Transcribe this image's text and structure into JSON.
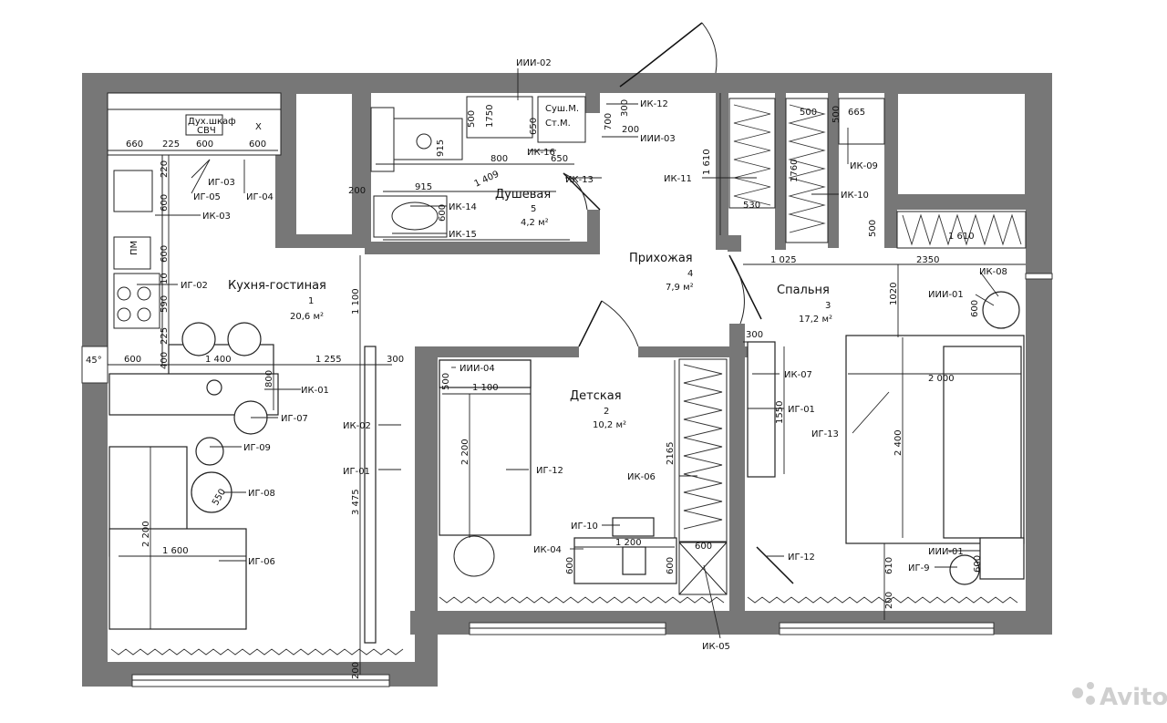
{
  "rooms": {
    "kitchen": {
      "name": "Кухня-гостиная",
      "num": "1",
      "area": "20,6 м²"
    },
    "kids": {
      "name": "Детская",
      "num": "2",
      "area": "10,2 м²"
    },
    "bedroom": {
      "name": "Спальня",
      "num": "3",
      "area": "17,2 м²"
    },
    "hall": {
      "name": "Прихожая",
      "num": "4",
      "area": "7,9 м²"
    },
    "shower": {
      "name": "Душевая",
      "num": "5",
      "area": "4,2 м²"
    }
  },
  "appliances": {
    "oven": "Дух.шкаф",
    "microwave": "СВЧ",
    "fridge": "X",
    "dishwasher": "ПМ",
    "dryer": "Суш.М.",
    "washer": "Ст.М."
  },
  "tags": {
    "iii02": "ИИИ-02",
    "ik12": "ИК-12",
    "ik16": "ИК-16",
    "iii03": "ИИИ-03",
    "ik13": "ИК-13",
    "ik14": "ИК-14",
    "ik15": "ИК-15",
    "ik11": "ИК-11",
    "ik10": "ИК-10",
    "ik09": "ИК-09",
    "ik08": "ИК-08",
    "iii01a": "ИИИ-01",
    "ig03": "ИГ-03",
    "ig05": "ИГ-05",
    "ig04": "ИГ-04",
    "ik03": "ИК-03",
    "ig02": "ИГ-02",
    "ik01": "ИК-01",
    "ig07": "ИГ-07",
    "ig09": "ИГ-09",
    "ig08": "ИГ-08",
    "ig06": "ИГ-06",
    "ik02": "ИК-02",
    "ig01a": "ИГ-01",
    "iii04": "ИИИ-04",
    "ig12a": "ИГ-12",
    "ik06": "ИК-06",
    "ig10": "ИГ-10",
    "ik04": "ИК-04",
    "ik07": "ИК-07",
    "ig01b": "ИГ-01",
    "ig13": "ИГ-13",
    "ig12b": "ИГ-12",
    "iii01b": "ИИИ-01",
    "ig9": "ИГ-9",
    "ik05": "ИК-05"
  },
  "dims": {
    "d660": "660",
    "d225a": "225",
    "d600a": "600",
    "d600b": "600",
    "d220": "220",
    "d600c": "600",
    "d600d": "600",
    "d10": "10",
    "d590": "590",
    "d225b": "225",
    "d400": "400",
    "d600e": "600",
    "d1400": "1 400",
    "d1255": "1 255",
    "d800a": "800",
    "d1100a": "1 100",
    "d300a": "300",
    "d3475": "3 475",
    "d550": "550",
    "d2200a": "2 200",
    "d1600": "1 600",
    "d200a": "200",
    "d500a": "500",
    "d1750": "1750",
    "d650a": "650",
    "d915a": "915",
    "d800b": "800",
    "d650b": "650",
    "d1409": "1 409",
    "d200b": "200",
    "d915b": "915",
    "d600f": "600",
    "d700": "700",
    "d300b": "300",
    "d200c": "200",
    "d1610a": "1 610",
    "d530": "530",
    "d500b": "500",
    "d500c": "500",
    "d665": "665",
    "d1760": "1760",
    "d500d": "500",
    "d1610b": "1 610",
    "d1025": "1 025",
    "d2350": "2350",
    "d1020": "1020",
    "d600g": "600",
    "d500e": "500",
    "d1100b": "1 100",
    "d2200b": "2 200",
    "d2165": "2165",
    "d1200": "1 200",
    "d600h": "600",
    "d600i": "600",
    "d600j": "600",
    "d300c": "300",
    "d1550": "1550",
    "d2000": "2 000",
    "d2400": "2 400",
    "d610": "610",
    "d200d": "200",
    "d600k": "600",
    "d45": "45°"
  },
  "watermark": "Avito"
}
